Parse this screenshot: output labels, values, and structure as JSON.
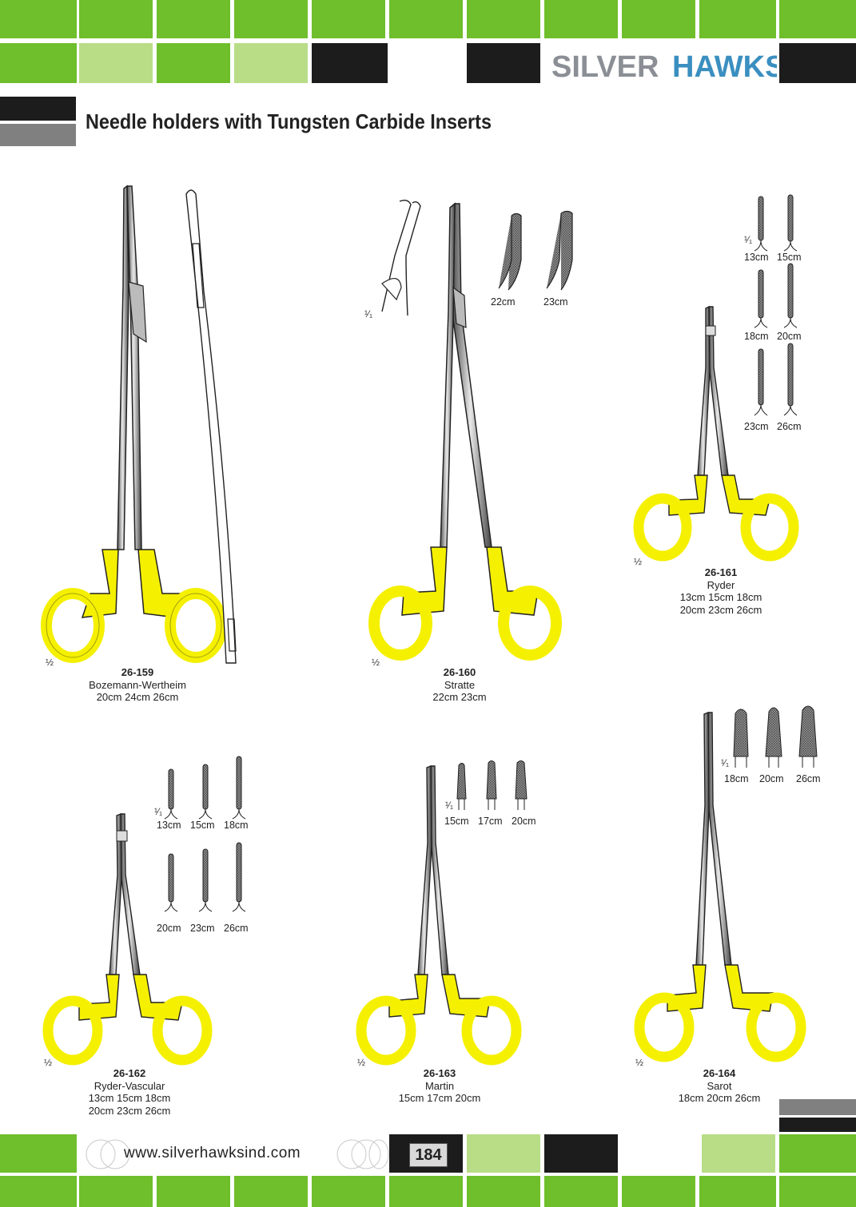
{
  "brand": {
    "part1": "SILVER",
    "part2": "HAWKS"
  },
  "page_title": "Needle holders with Tungsten Carbide Inserts",
  "colors": {
    "green": "#6fbe2c",
    "light_green": "#b8dd86",
    "black": "#1c1c1c",
    "gray": "#808080",
    "handle_yellow": "#f5f000",
    "brand_blue": "#3a8fc0"
  },
  "scale_half": "½",
  "scale_one": "¹⁄₁",
  "products": [
    {
      "code": "26-159",
      "name": "Bozemann-Wertheim",
      "sizes_line1": "20cm  24cm  26cm",
      "sizes_line2": ""
    },
    {
      "code": "26-160",
      "name": "Stratte",
      "sizes_line1": "22cm    23cm",
      "sizes_line2": ""
    },
    {
      "code": "26-161",
      "name": "Ryder",
      "sizes_line1": "13cm  15cm  18cm",
      "sizes_line2": "20cm  23cm  26cm"
    },
    {
      "code": "26-162",
      "name": "Ryder-Vascular",
      "sizes_line1": "13cm  15cm  18cm",
      "sizes_line2": "20cm  23cm  26cm"
    },
    {
      "code": "26-163",
      "name": "Martin",
      "sizes_line1": "15cm  17cm  20cm",
      "sizes_line2": ""
    },
    {
      "code": "26-164",
      "name": "Sarot",
      "sizes_line1": "18cm  20cm  26cm",
      "sizes_line2": ""
    }
  ],
  "tip_sizes": {
    "stratte": [
      "22cm",
      "23cm"
    ],
    "ryder": [
      "13cm",
      "15cm",
      "18cm",
      "20cm",
      "23cm",
      "26cm"
    ],
    "ryder_vascular": [
      "13cm",
      "15cm",
      "18cm",
      "20cm",
      "23cm",
      "26cm"
    ],
    "martin": [
      "15cm",
      "17cm",
      "20cm"
    ],
    "sarot": [
      "18cm",
      "20cm",
      "26cm"
    ]
  },
  "footer": {
    "url": "www.silverhawksind.com",
    "page_number": "184"
  }
}
